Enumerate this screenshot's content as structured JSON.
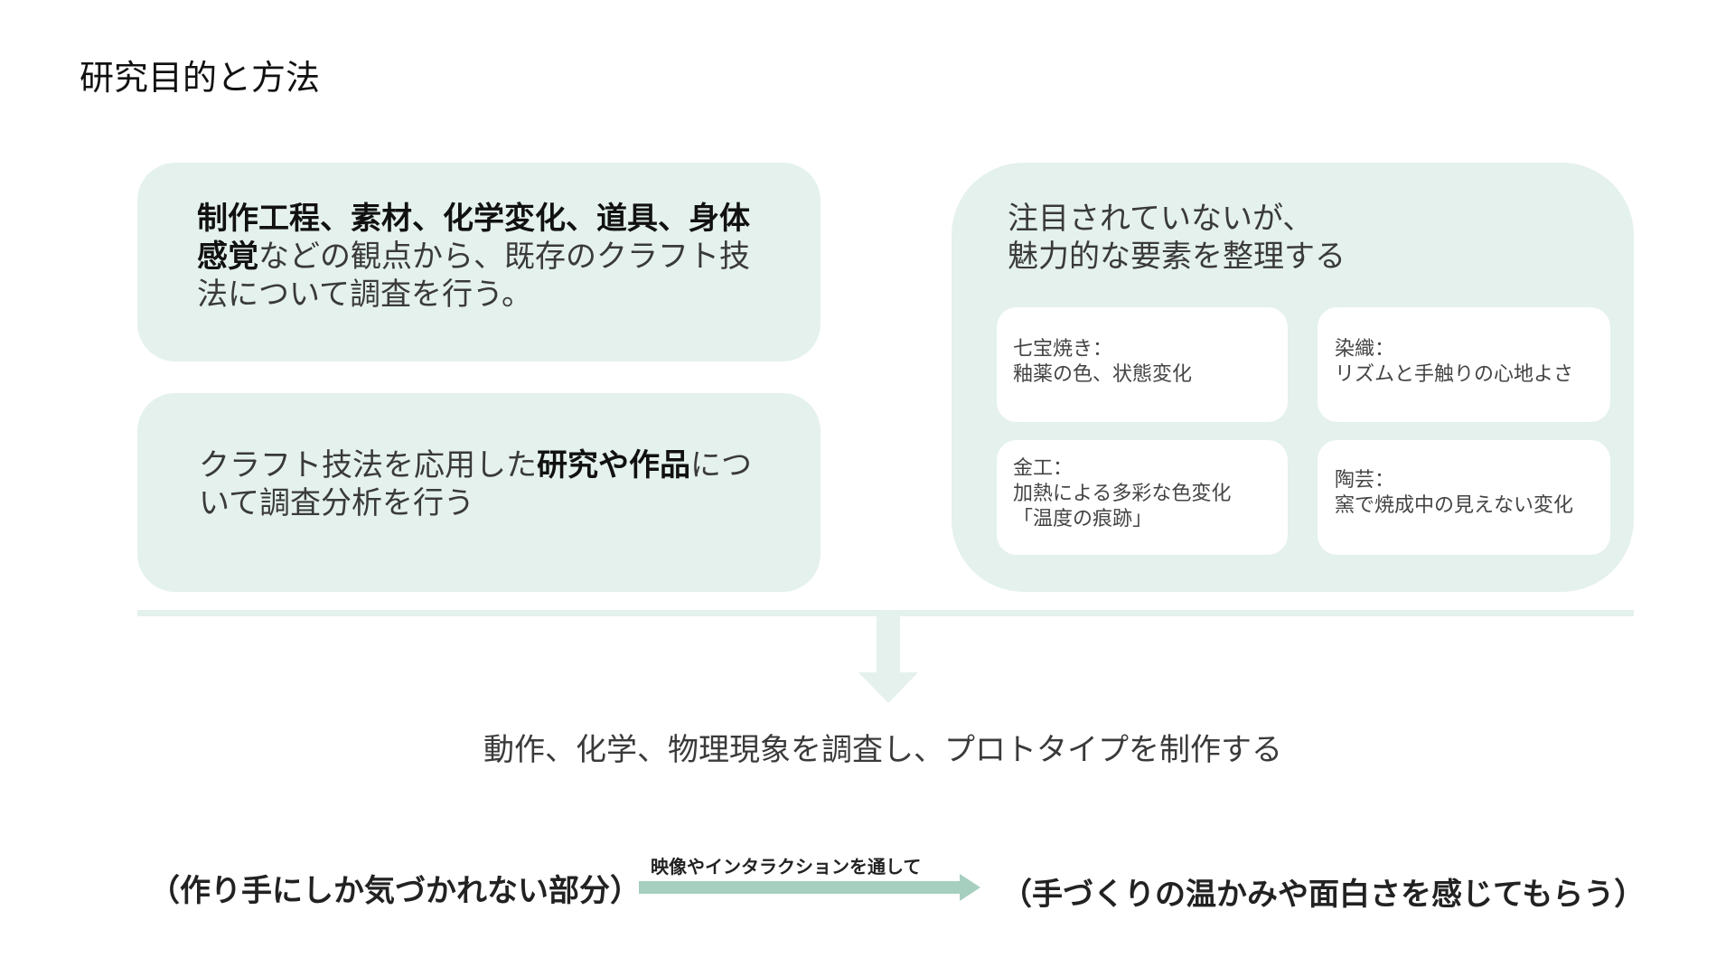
{
  "title": "研究目的と方法",
  "panel_left_top": {
    "bold": "制作工程、素材、化学変化、道具、身体感覚",
    "text": "などの観点から、既存のクラフト技法について調査を行う。"
  },
  "panel_left_bottom": {
    "pre": "クラフト技法を応用した",
    "bold": "研究や作品",
    "post": "について調査分析を行う"
  },
  "panel_right": {
    "heading_line1": "注目されていないが、",
    "heading_line2": "魅力的な要素を整理する",
    "cards": [
      {
        "head": "七宝焼き：",
        "lines": [
          "釉薬の色、状態変化"
        ]
      },
      {
        "head": "染織：",
        "lines": [
          "リズムと手触りの心地よさ"
        ]
      },
      {
        "head": "金工：",
        "lines": [
          "加熱による多彩な色変化",
          "「温度の痕跡」"
        ]
      },
      {
        "head": "陶芸：",
        "lines": [
          "窯で焼成中の見えない変化"
        ]
      }
    ]
  },
  "process_text": "動作、化学、物理現象を調査し、プロトタイプを制作する",
  "bottom": {
    "left": "（作り手にしか気づかれない部分）",
    "arrow_label": "映像やインタラクションを通して",
    "right": "（手づくりの温かみや面白さを感じてもらう）"
  },
  "colors": {
    "panel": "#e4f1ec",
    "arrow": "#a6cfbf"
  }
}
